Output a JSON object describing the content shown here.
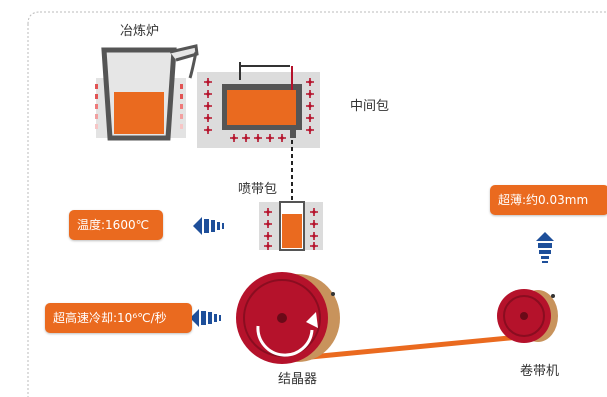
{
  "labels": {
    "furnace": "冶炼炉",
    "tundish": "中间包",
    "nozzle": "喷带包",
    "crystallizer": "结晶器",
    "coiler": "卷带机"
  },
  "callouts": {
    "temperature": "温度:1600℃",
    "cooling_rate": "超高速冷却:10⁶℃/秒",
    "thickness": "超薄:约0.03mm"
  },
  "icons": [
    "heater-element-icon",
    "flow-arrow-icon",
    "rotation-arrow-icon"
  ],
  "colors": {
    "molten_metal": "#ea6a1f",
    "vessel_wall": "#555555",
    "heater_panel": "#dcdcdc",
    "heater_element": "#b5122b",
    "crystallizer_wheel": "#b5122b",
    "wheel_rim": "#c8935c",
    "arrow_blue": "#1e4f9a",
    "callout_bg": "#ea6a1f",
    "border": "#bbbbbb"
  }
}
